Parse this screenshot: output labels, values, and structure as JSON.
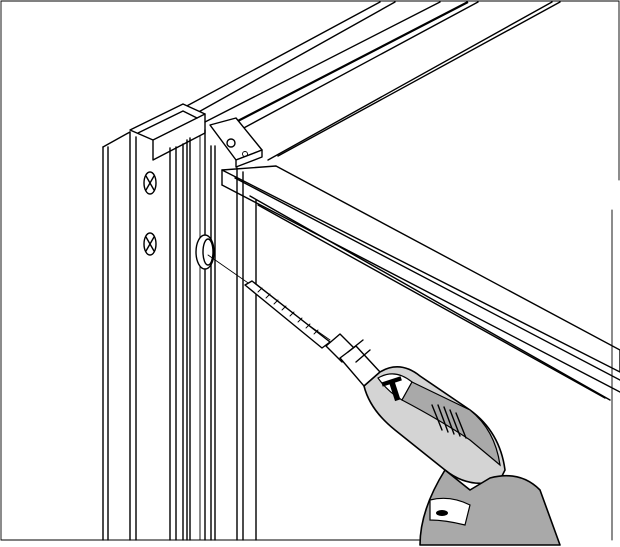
{
  "figure": {
    "drill_brand_mark": "T",
    "colors": {
      "line": "#000000",
      "background": "#ffffff",
      "drill_body_light": "#d4d4d4",
      "drill_body_dark": "#a9a9a9"
    },
    "icons": [
      "frame-corner",
      "screw-head",
      "drill-bit",
      "power-drill"
    ]
  }
}
